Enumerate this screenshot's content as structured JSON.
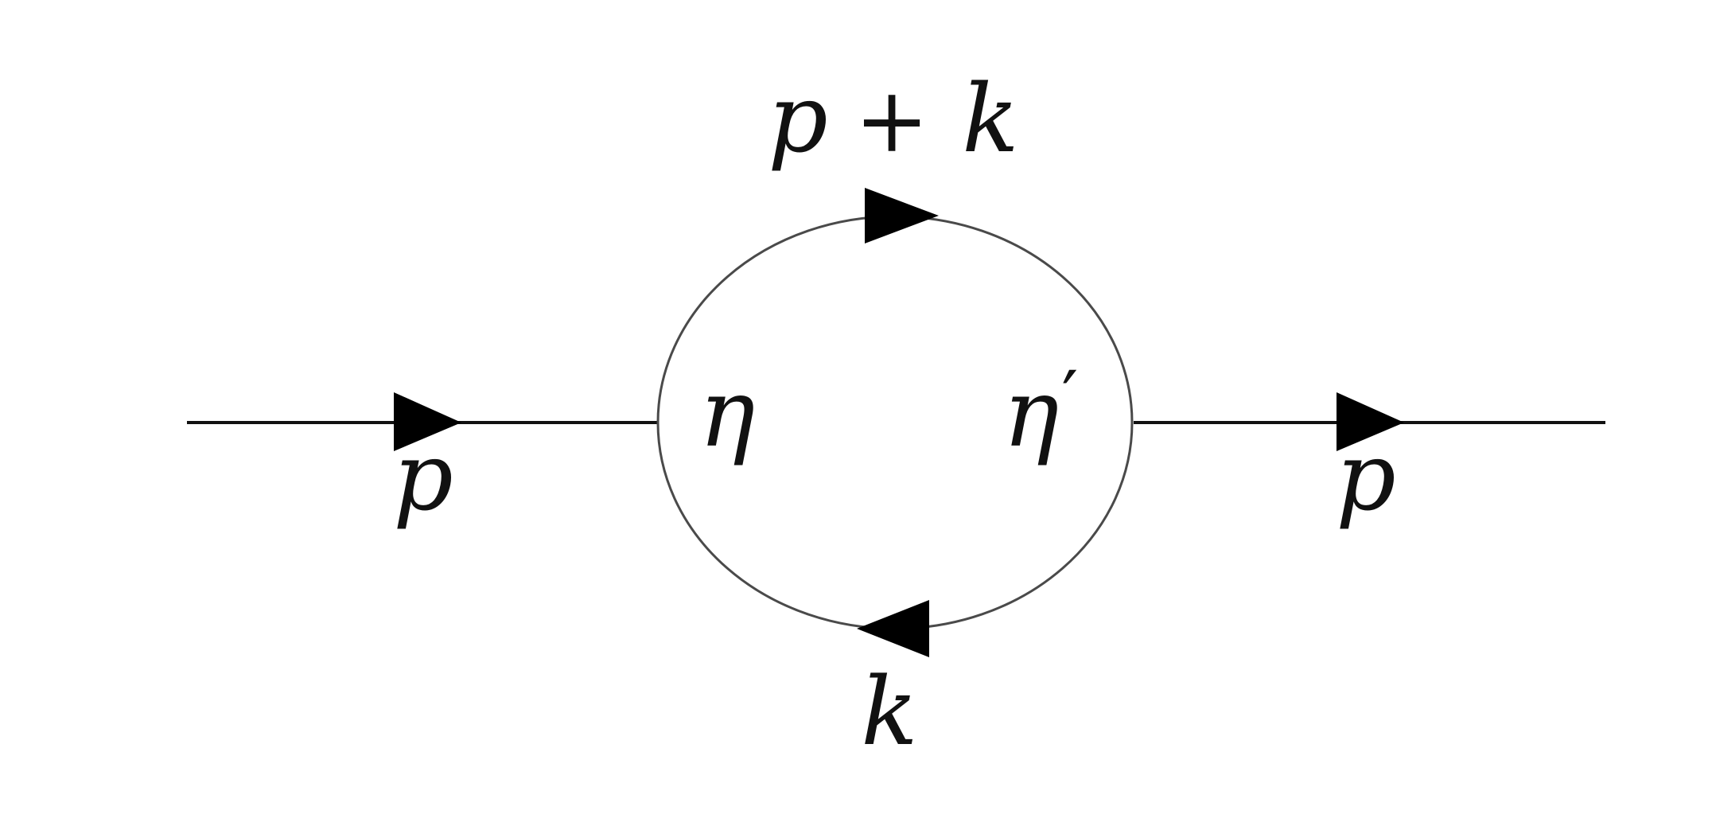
{
  "diagram": {
    "labels": {
      "incoming_momentum": "p",
      "outgoing_momentum": "p",
      "upper_momentum_p": "p",
      "upper_momentum_plus": "+",
      "upper_momentum_k": "k",
      "lower_momentum": "k",
      "left_vertex": "η",
      "right_vertex_symbol": "η",
      "right_vertex_prime": "′"
    }
  }
}
